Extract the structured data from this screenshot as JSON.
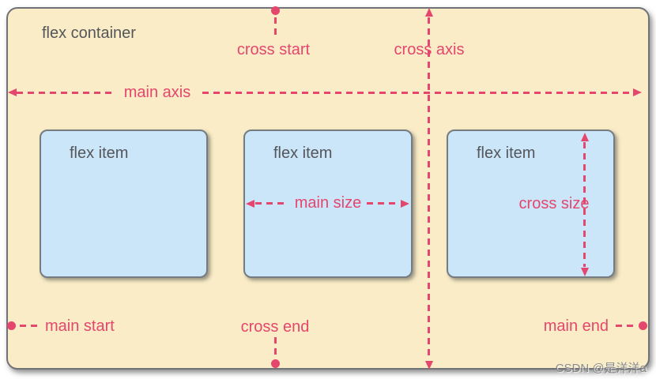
{
  "colors": {
    "accent_pink": "#e5466d",
    "container_bg": "#f9ecc6",
    "container_border": "#6f7276",
    "item_bg": "#cbe5f9",
    "item_border": "#747c82",
    "label_gray": "#54565a"
  },
  "container": {
    "label": "flex container"
  },
  "items": [
    {
      "label": "flex item"
    },
    {
      "label": "flex item"
    },
    {
      "label": "flex item"
    }
  ],
  "axes": {
    "main_axis_label": "main axis",
    "cross_axis_label": "cross axis"
  },
  "markers": {
    "main_start": "main start",
    "main_end": "main end",
    "cross_start": "cross start",
    "cross_end": "cross end"
  },
  "sizes": {
    "main_size": "main size",
    "cross_size": "cross size"
  },
  "watermark": "CSDN @是洋洋a"
}
